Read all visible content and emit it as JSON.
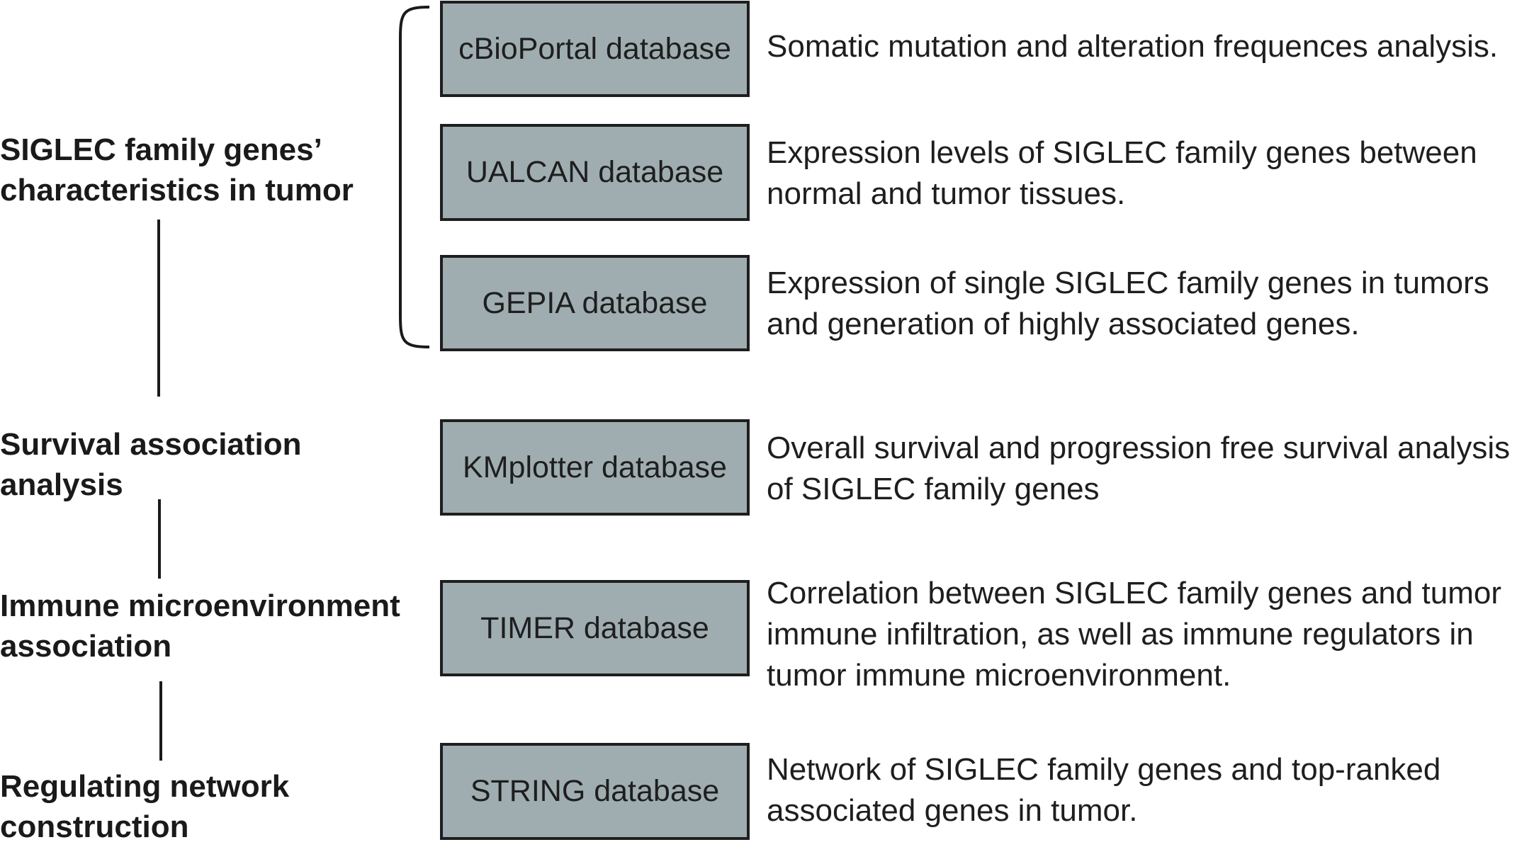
{
  "steps": [
    {
      "lines": [
        "SIGLEC family genes’",
        "characteristics in tumor"
      ]
    },
    {
      "lines": [
        "Survival association",
        "analysis"
      ]
    },
    {
      "lines": [
        "Immune microenvironment",
        "association"
      ]
    },
    {
      "lines": [
        "Regulating network",
        "construction"
      ]
    }
  ],
  "databases": [
    {
      "label": "cBioPortal database",
      "description": [
        "Somatic mutation and alteration frequences analysis."
      ]
    },
    {
      "label": "UALCAN database",
      "description": [
        "Expression levels of SIGLEC family genes between",
        "normal and tumor tissues."
      ]
    },
    {
      "label": "GEPIA database",
      "description": [
        "Expression of single SIGLEC family genes in tumors",
        "and generation of highly associated genes."
      ]
    },
    {
      "label": "KMplotter database",
      "description": [
        "Overall survival and progression free survival analysis",
        "of SIGLEC family genes"
      ]
    },
    {
      "label": "TIMER database",
      "description": [
        "Correlation between SIGLEC family genes and tumor",
        "immune infiltration, as well as immune regulators in",
        "tumor immune microenvironment."
      ]
    },
    {
      "label": "STRING database",
      "description": [
        "Network of SIGLEC family genes and top-ranked",
        "associated genes in tumor."
      ]
    }
  ],
  "colors": {
    "box_fill": "#9fadb1",
    "line": "#1a1a1a"
  }
}
